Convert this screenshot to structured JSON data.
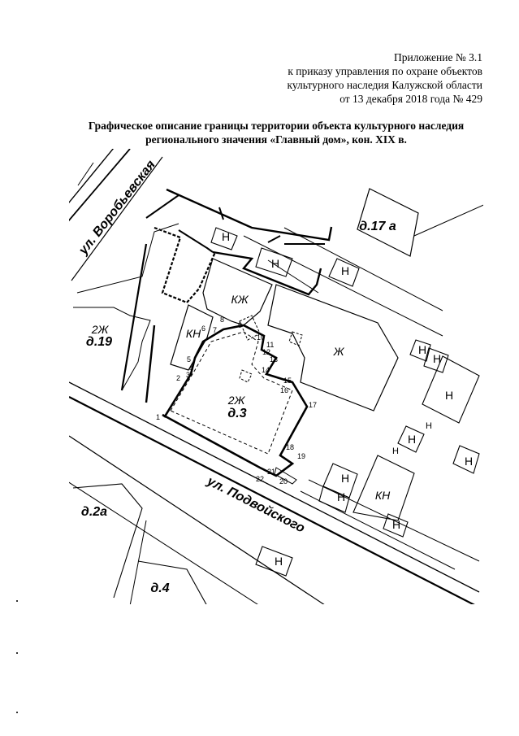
{
  "header": {
    "appendix": [
      "Приложение № 3.1",
      "к приказу управления по охране  объектов",
      "культурного наследия Калужской области",
      "от 13 декабря 2018 года № 429"
    ],
    "title": [
      "Графическое описание границы территории объекта культурного наследия",
      "регионального значения «Главный дом», кон. XIX в."
    ]
  },
  "map": {
    "streets": {
      "vorobievskaya": "ул. Воробьевская",
      "podvoyskogo": "ул. Подвойского"
    },
    "houses": {
      "d17a": "д.17 а",
      "d19": "д.19",
      "d3": "д.3",
      "d2a": "д.2а",
      "d4": "д.4"
    },
    "building_types": {
      "h": "Н",
      "kzh": "КЖ",
      "kn": "КН",
      "zh": "Ж",
      "zh2": "2Ж"
    },
    "boundary_points": [
      "1",
      "2",
      "3",
      "4",
      "5",
      "6",
      "7",
      "8",
      "9",
      "10",
      "11",
      "12",
      "13",
      "14",
      "15",
      "16",
      "17",
      "18",
      "19",
      "20",
      "21",
      "22"
    ]
  }
}
